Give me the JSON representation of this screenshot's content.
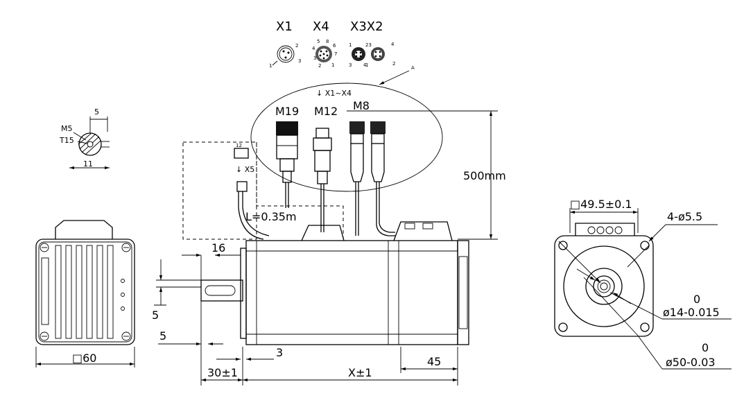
{
  "connectors": {
    "x1": "X1",
    "x4": "X4",
    "x3x2": "X3X2",
    "pin_1": "1",
    "pin_2": "2",
    "pin_3": "3",
    "pin_4": "4",
    "pin_5": "5",
    "pin_6": "6",
    "pin_7": "7",
    "pin_8": "8",
    "pin_23": "23",
    "detail_ref": "A",
    "arrow_label": "↓ X1~X4",
    "m19": "M19",
    "m12": "M12",
    "m8": "M8",
    "x5_header": "12",
    "x5_label": "↓ X5",
    "cable_length": "L=0.35m",
    "height_dim": "500mm"
  },
  "shaft_section": {
    "width_top": "5",
    "thread": "M5",
    "depth": "T15",
    "width_bottom": "11"
  },
  "front_view": {
    "square": "□60"
  },
  "side_view": {
    "d16": "16",
    "d5_vertical": "5",
    "d5_horizontal": "5",
    "d3": "3",
    "d30": "30±1",
    "length": "X±1",
    "d45": "45"
  },
  "flange_view": {
    "pcd_square": "□49.5±0.1",
    "holes": "4-ø5.5",
    "tol_14": "0",
    "d14": "ø14-0.015",
    "tol_50": "0",
    "d50": "ø50-0.03"
  }
}
